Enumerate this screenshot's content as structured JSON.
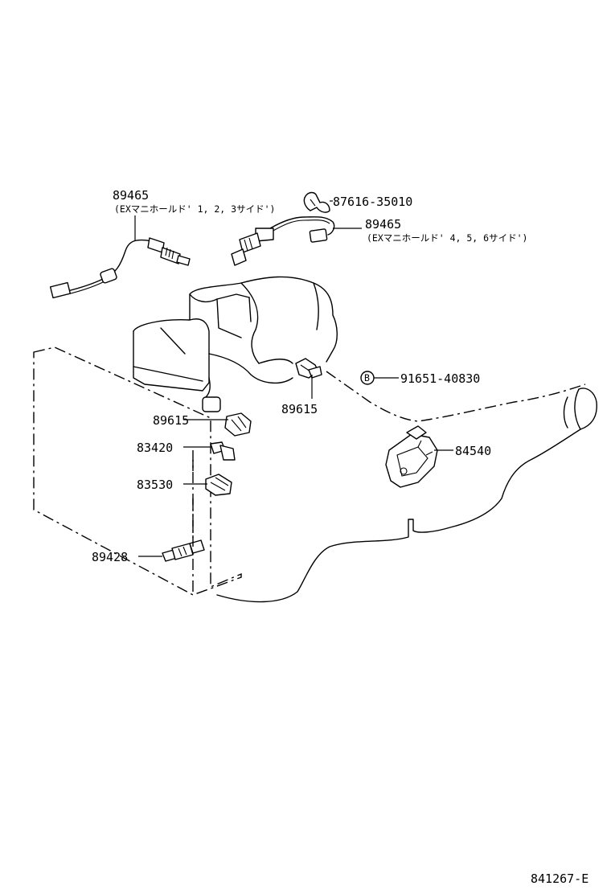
{
  "labels": {
    "p89465_a": "89465",
    "p89465_a_note": "(EXマニホールド' 1, 2, 3サイド')",
    "p87616": "87616-35010",
    "p89465_b": "89465",
    "p89465_b_note": "(EXマニホールド' 4, 5, 6サイド')",
    "p91651": "91651-40830",
    "p89615_center": "89615",
    "p89615_left": "89615",
    "p84540": "84540",
    "p83420": "83420",
    "p83530": "83530",
    "p89428": "89428",
    "bolt_mark": "B",
    "figure_code": "841267-E"
  }
}
